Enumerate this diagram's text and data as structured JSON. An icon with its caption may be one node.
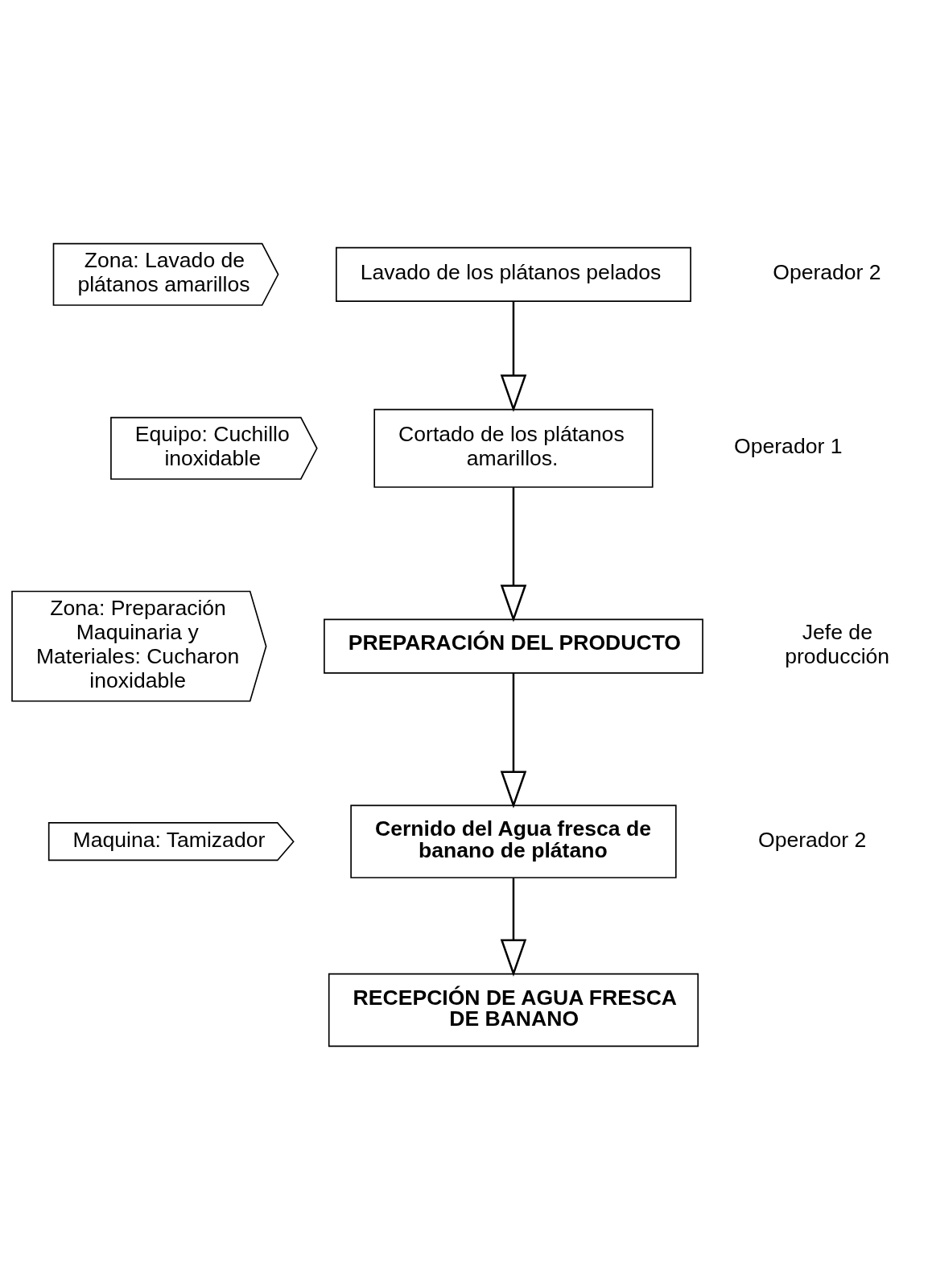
{
  "diagram": {
    "nodes": [
      {
        "text": [
          "Zona: Lavado de plátanos amarillos"
        ]
      },
      {
        "text": [
          "Lavado de los plátanos pelados"
        ],
        "beside": [
          "Operador 2"
        ]
      },
      {
        "text": [
          "Equipo: Cuchillo inoxidable"
        ]
      },
      {
        "text": [
          "Cortado de los plátanos amarillos."
        ],
        "beside": [
          "Operador 1"
        ]
      },
      {
        "text": [
          "Zona: Preparación Maquinaria y Materiales: Cucharon inoxidable"
        ]
      },
      {
        "text": [
          "PREPARACIÓN DEL PRODUCTO"
        ],
        "beside": [
          "Jefe de producción"
        ]
      },
      {
        "text": [
          "Maquina: Tamizador"
        ]
      },
      {
        "text": [
          "Cernido del Agua fresca de banano de plátano"
        ],
        "beside": [
          "Operador 2"
        ]
      },
      {
        "text": [
          "RECEPCIÓN DE AGUA FRESCA DE BANANO"
        ]
      }
    ],
    "edges": [
      {
        "from": 1,
        "to": 3,
        "arrow": "to"
      },
      {
        "from": 3,
        "to": 5,
        "arrow": "to"
      },
      {
        "from": 5,
        "to": 7,
        "arrow": "to"
      },
      {
        "from": 7,
        "to": 8,
        "arrow": "to"
      }
    ]
  }
}
